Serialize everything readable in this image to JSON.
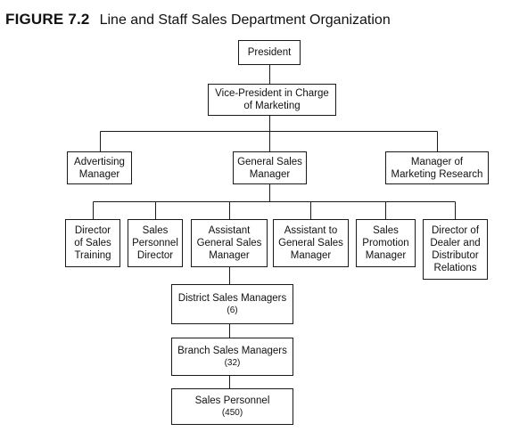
{
  "figure": {
    "label": "FIGURE 7.2",
    "caption": "Line and Staff Sales Department Organization"
  },
  "nodes": {
    "president": "President",
    "vp_marketing": "Vice-President in Charge\nof Marketing",
    "advertising_manager": "Advertising\nManager",
    "general_sales_manager": "General Sales\nManager",
    "marketing_research_manager": "Manager of\nMarketing Research",
    "director_sales_training": "Director\nof Sales\nTraining",
    "sales_personnel_director": "Sales\nPersonnel\nDirector",
    "assistant_general_sales_manager": "Assistant\nGeneral Sales\nManager",
    "assistant_to_general_sales_manager": "Assistant to\nGeneral Sales\nManager",
    "sales_promotion_manager": "Sales\nPromotion\nManager",
    "director_dealer_distributor_relations": "Director of\nDealer and\nDistributor\nRelations",
    "district_sales_managers": {
      "label": "District Sales Managers",
      "count": "(6)"
    },
    "branch_sales_managers": {
      "label": "Branch Sales Managers",
      "count": "(32)"
    },
    "sales_personnel": {
      "label": "Sales Personnel",
      "count": "(450)"
    }
  }
}
